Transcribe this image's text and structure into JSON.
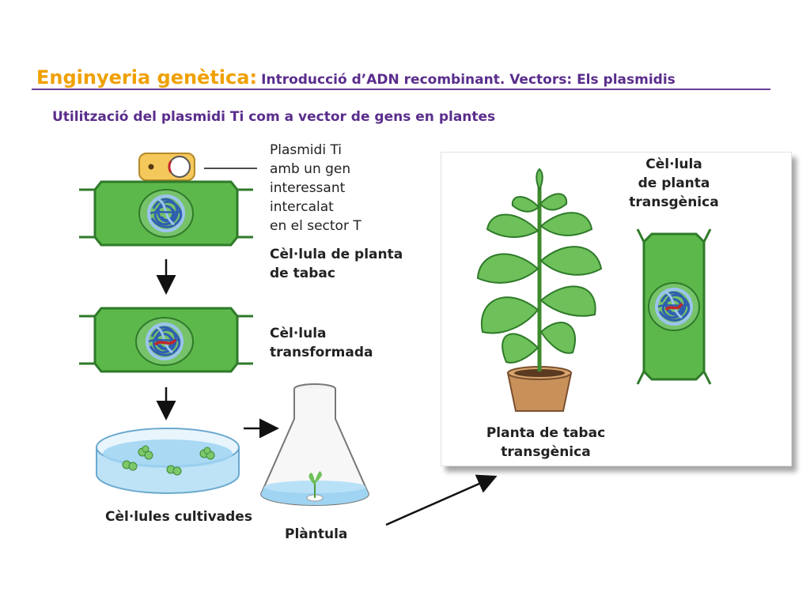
{
  "header": {
    "title_main": "Enginyeria genètica:",
    "title_sub": "Introducció d’ADN recombinant. Vectors: Els plasmidis",
    "subtitle": "Utilització del plasmidi Ti com a vector de gens en plantes"
  },
  "diagram": {
    "plasmid_label": [
      "Plasmidi Ti",
      "amb un gen",
      "interessant",
      "intercalat",
      "en el sector T"
    ],
    "tobacco_cell_label": [
      "Cèl·lula de planta",
      "de tabac"
    ],
    "transformed_cell_label": [
      "Cèl·lula",
      "transformada"
    ],
    "cultured_cells_label": "Cèl·lules cultivades",
    "plantlet_label": "Plàntula",
    "transgenic_cell_label": [
      "Cèl·lula",
      "de planta",
      "transgènica"
    ],
    "transgenic_plant_label": [
      "Planta de tabac",
      "transgènica"
    ]
  },
  "colors": {
    "title_accent": "#f0a000",
    "title_purple": "#5a2d8c",
    "cell_green": "#5cb84a",
    "cell_border": "#2f7a2a",
    "nucleus_green": "#76c36a",
    "dna_blue": "#2f5fb0",
    "insert_red": "#c0282a",
    "agrobacterium": "#f5c85c",
    "medium_blue": "#9fd4f2",
    "pot_brown": "#c8915a"
  }
}
